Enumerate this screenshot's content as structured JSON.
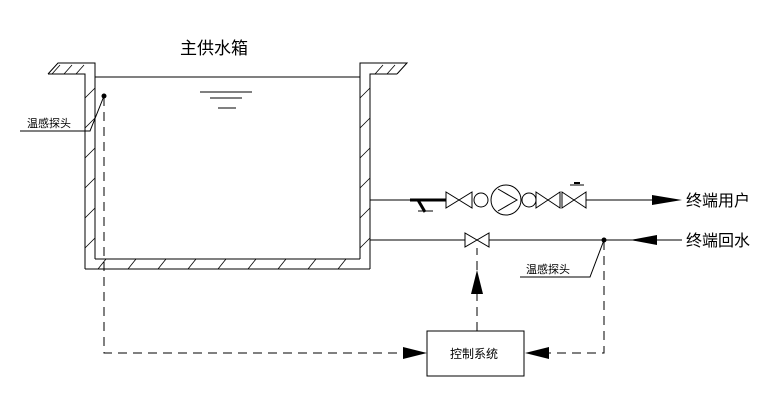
{
  "diagram": {
    "tank_label": "主供水箱",
    "sensor_label_tank": "温感探头",
    "sensor_label_return": "温感探头",
    "supply_label": "终端用户",
    "return_label": "终端回水",
    "control_label": "控制系统"
  }
}
